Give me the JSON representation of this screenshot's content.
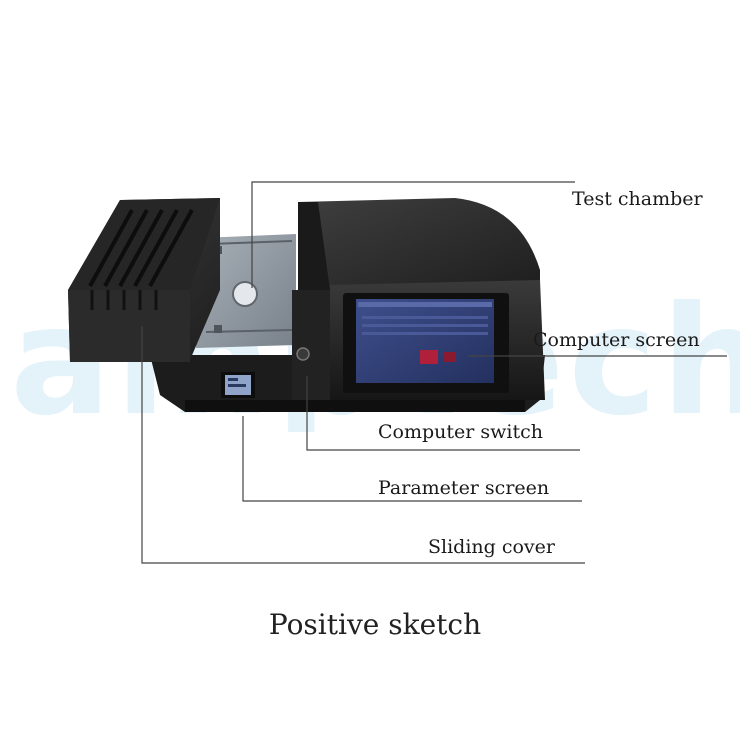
{
  "watermark": {
    "text": "amptech"
  },
  "labels": {
    "test_chamber": "Test chamber",
    "computer_screen": "Computer screen",
    "computer_switch": "Computer switch",
    "parameter_screen": "Parameter screen",
    "sliding_cover": "Sliding cover"
  },
  "caption": "Positive sketch",
  "colors": {
    "body": "#2a2a2a",
    "body_dark": "#151515",
    "tray": "#8f98a0",
    "screen": "#2f3e78",
    "leader_line": "#444444",
    "watermark": "#cfe9f7"
  }
}
